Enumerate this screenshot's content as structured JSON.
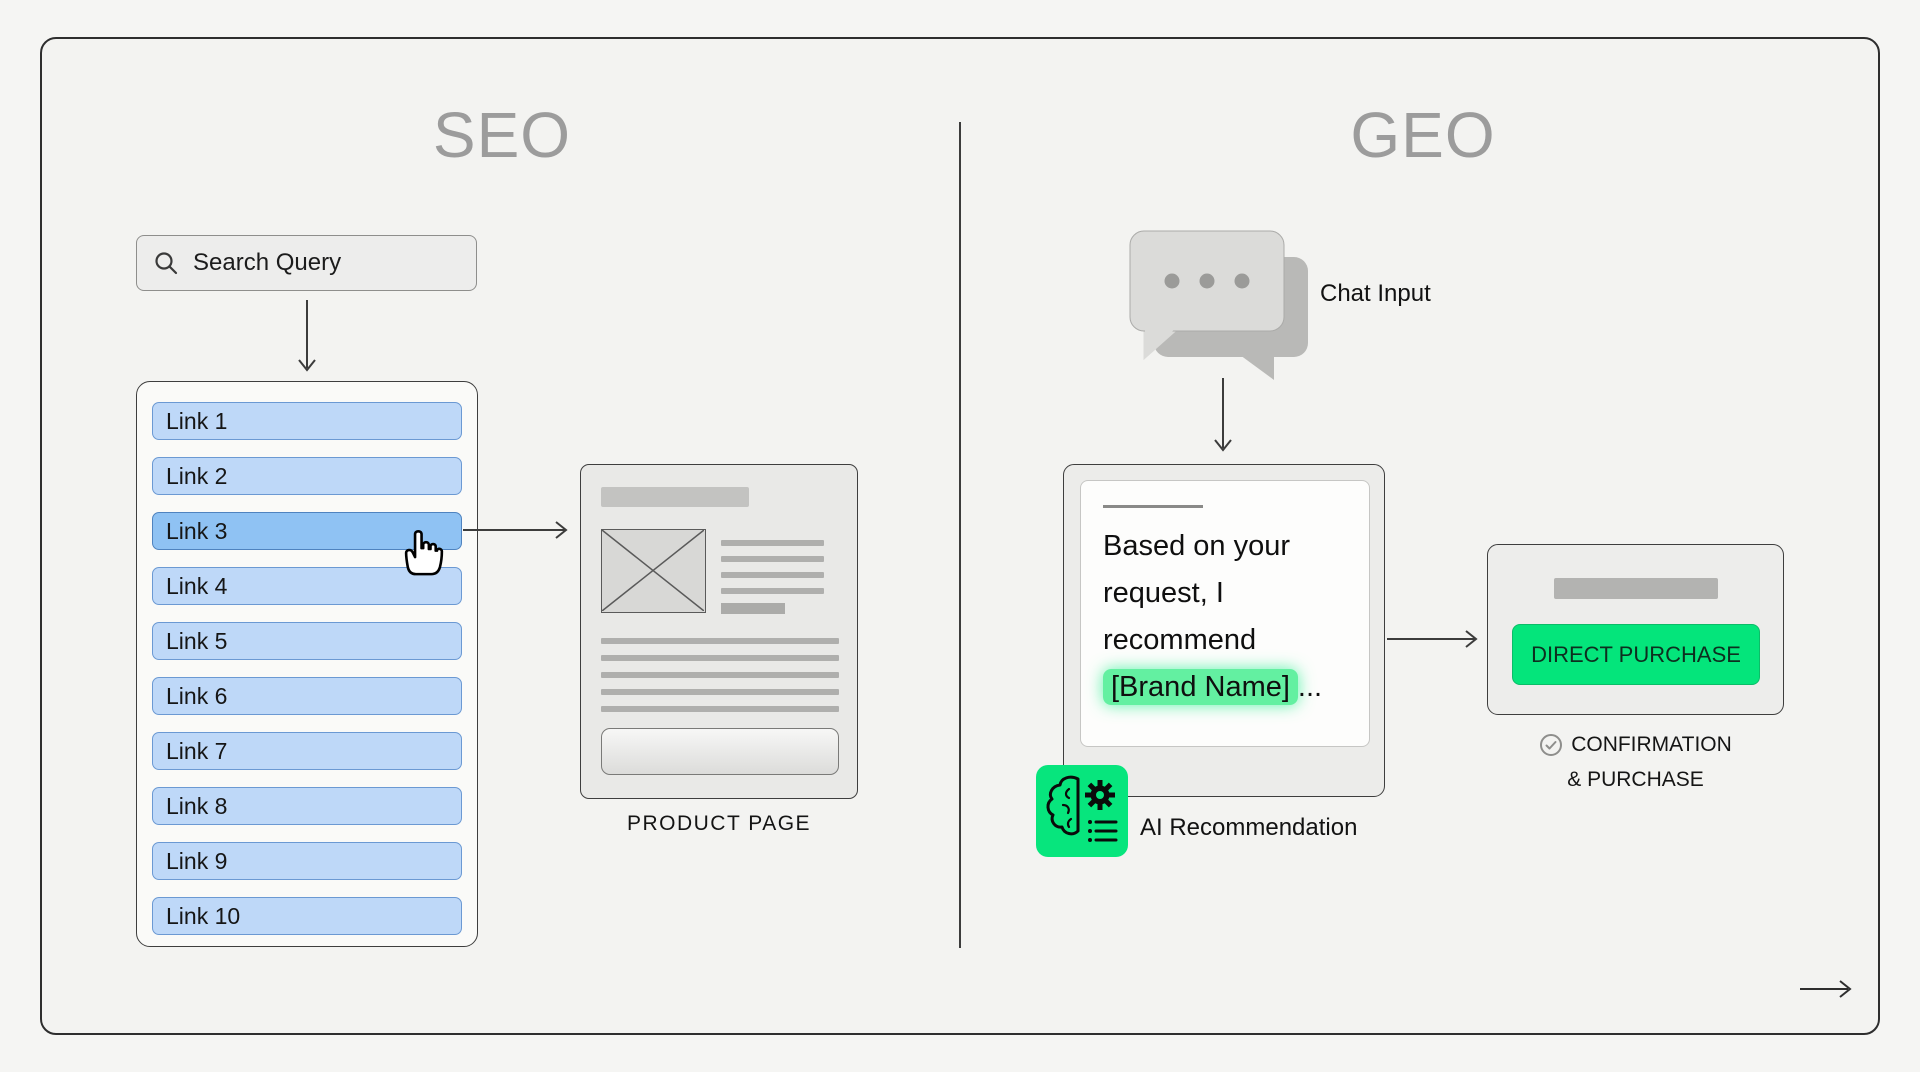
{
  "seo": {
    "title": "SEO",
    "search_query": "Search Query",
    "links": [
      "Link 1",
      "Link 2",
      "Link 3",
      "Link 4",
      "Link 5",
      "Link 6",
      "Link 7",
      "Link 8",
      "Link 9",
      "Link 10"
    ],
    "selected_link": "Link 3",
    "product_page_label": "PRODUCT PAGE"
  },
  "geo": {
    "title": "GEO",
    "chat_input_label": "Chat Input",
    "ai_text": {
      "before": "Based on your request, I recommend ",
      "highlight": "[Brand Name]",
      "after": "..."
    },
    "ai_label": "AI Recommendation",
    "purchase_button": "DIRECT PURCHASE",
    "confirmation_line1": "CONFIRMATION",
    "confirmation_line2": "& PURCHASE"
  },
  "icons": {
    "search": "magnifier-icon",
    "cursor": "hand-pointer-icon",
    "chat": "chat-bubbles-icon",
    "ai": "brain-gear-icon",
    "check": "check-circle-icon",
    "arrows": "flow-arrow-icons"
  },
  "colors": {
    "accent_green": "#04E57B",
    "highlight_green": "#63F0A1",
    "link_blue": "#BED8F8",
    "link_blue_selected": "#8FC2F3",
    "title_gray": "#9C9C9C",
    "background": "#F3F3F1"
  }
}
